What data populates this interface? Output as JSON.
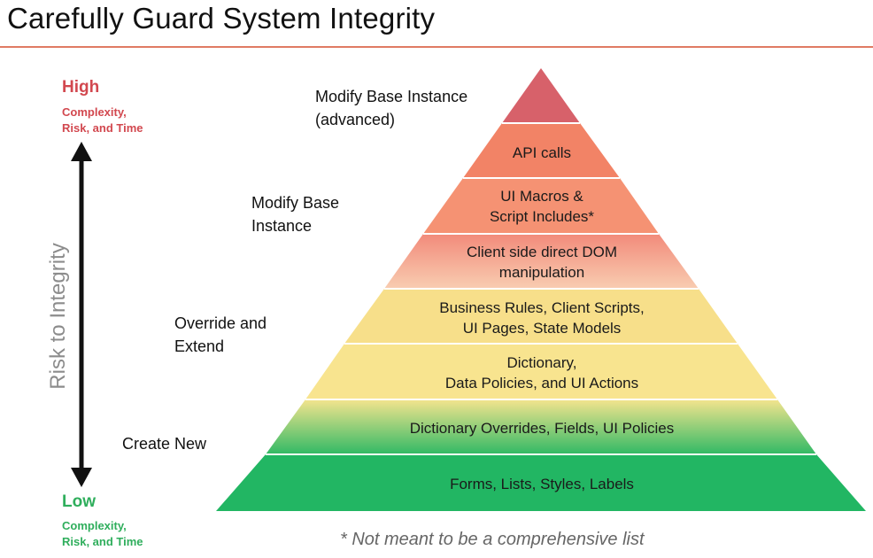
{
  "title": "Carefully Guard System Integrity",
  "high": {
    "label": "High",
    "sub_line1": "Complexity,",
    "sub_line2": "Risk, and Time"
  },
  "low": {
    "label": "Low",
    "sub_line1": "Complexity,",
    "sub_line2": "Risk, and Time"
  },
  "axis_label": "Risk to Integrity",
  "categories": {
    "modify_advanced": {
      "line1": "Modify Base Instance",
      "line2": "(advanced)"
    },
    "modify": {
      "line1": "Modify Base",
      "line2": "Instance"
    },
    "override": {
      "line1": "Override and",
      "line2": "Extend"
    },
    "create": {
      "line1": "Create New"
    }
  },
  "layers": [
    {
      "line1": "",
      "line2": "",
      "color": "#d7616a"
    },
    {
      "line1": "API calls",
      "line2": "",
      "color": "#f28366"
    },
    {
      "line1": "UI Macros &",
      "line2": "Script Includes*",
      "color": "#f59273"
    },
    {
      "line1": "Client side direct DOM",
      "line2": "manipulation",
      "color": "#f7a49a"
    },
    {
      "line1": "Business Rules, Client Scripts,",
      "line2": "UI Pages, State Models",
      "color": "#f7df8a"
    },
    {
      "line1": "Dictionary,",
      "line2": "Data Policies, and UI Actions",
      "color": "#f8e48f"
    },
    {
      "line1": "Dictionary Overrides, Fields, UI Policies",
      "line2": "",
      "color": "#b7dc82"
    },
    {
      "line1": "Forms, Lists, Styles, Labels",
      "line2": "",
      "color": "#22b663"
    }
  ],
  "footnote": "* Not meant to be a comprehensive list"
}
